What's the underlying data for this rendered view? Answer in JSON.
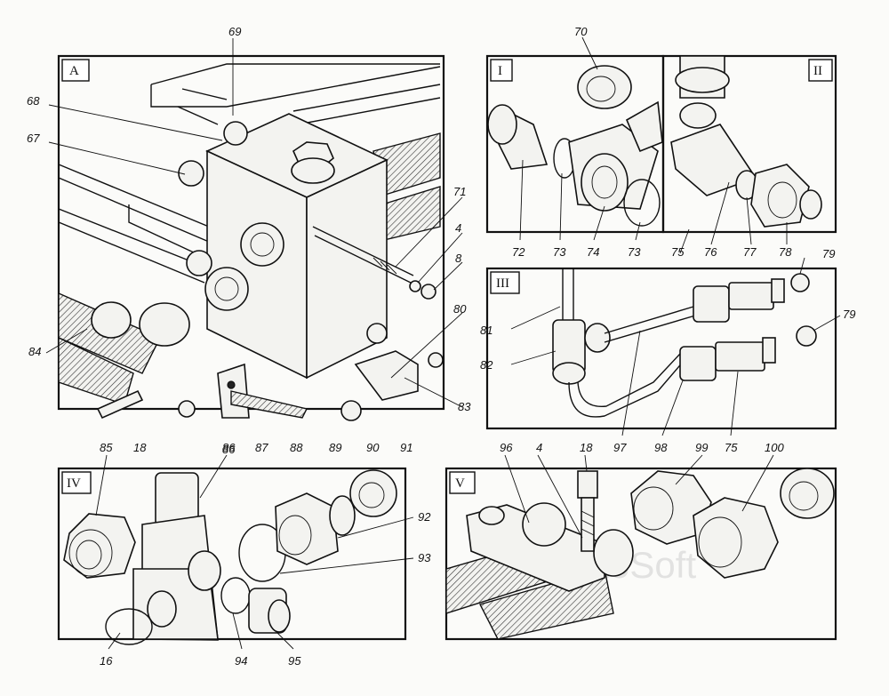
{
  "panels": {
    "A": {
      "tag": "A"
    },
    "I": {
      "tag": "I"
    },
    "II": {
      "tag": "II"
    },
    "III": {
      "tag": "III"
    },
    "IV": {
      "tag": "IV"
    },
    "V": {
      "tag": "V"
    }
  },
  "callouts": {
    "A": [
      "69",
      "68",
      "67",
      "71",
      "4",
      "8",
      "80",
      "84",
      "18",
      "86",
      "87",
      "88",
      "89",
      "90",
      "91",
      "83"
    ],
    "I": [
      "70",
      "72",
      "73",
      "74",
      "73"
    ],
    "II": [
      "75",
      "76",
      "77",
      "78"
    ],
    "III": [
      "79",
      "79",
      "81",
      "82",
      "97",
      "98",
      "75"
    ],
    "IV": [
      "85",
      "86",
      "92",
      "93",
      "16",
      "94",
      "95"
    ],
    "V": [
      "96",
      "4",
      "18",
      "99",
      "100"
    ]
  },
  "watermark": "AutoSoft"
}
